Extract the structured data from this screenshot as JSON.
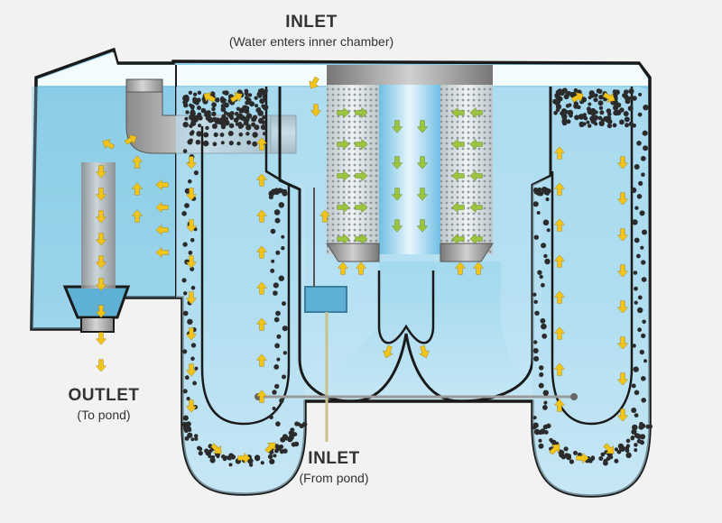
{
  "labels": {
    "top_inlet": {
      "title": "INLET",
      "subtitle": "(Water enters inner chamber)"
    },
    "outlet": {
      "title": "OUTLET",
      "subtitle": "(To pond)"
    },
    "bottom_inlet": {
      "title": "INLET",
      "subtitle": "(From pond)"
    }
  },
  "colors": {
    "water_light": "#c9e7f4",
    "water_deep": "#8ecfe9",
    "outline": "#1a1a1a",
    "arrow": "#f2c41a",
    "arrow_green": "#9bc53d",
    "media": "#2b2b2b",
    "pipe": "#a9a9a9"
  },
  "icons": {
    "flow": "flow-arrow-icon",
    "media": "filter-media-bead-icon"
  }
}
